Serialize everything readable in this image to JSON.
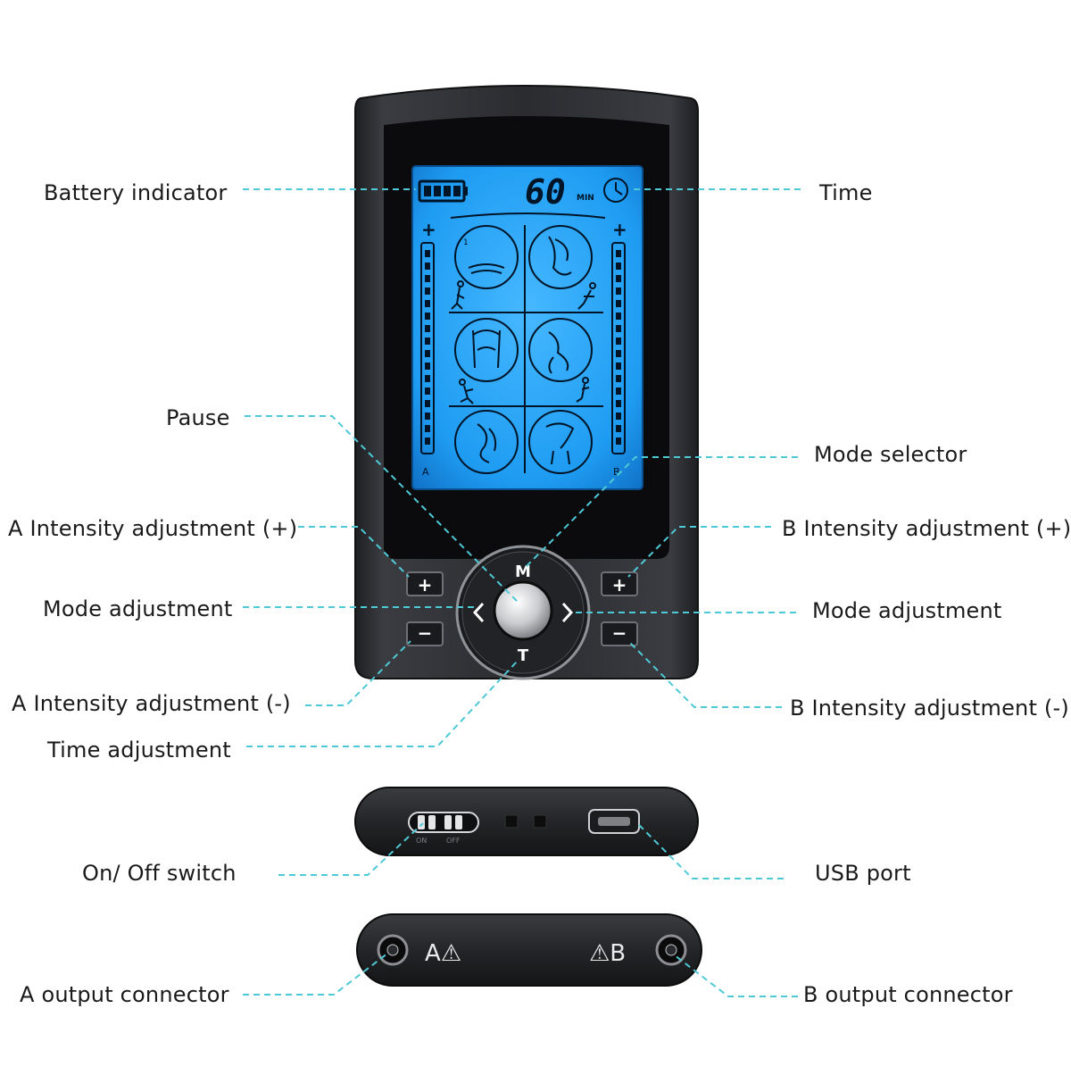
{
  "display": {
    "timer_value": "60",
    "timer_unit": "MIN",
    "channel_a_letter": "A",
    "channel_b_letter": "B",
    "program_number": "1"
  },
  "buttons": {
    "mode": "M",
    "time": "T",
    "plus": "+",
    "minus": "−"
  },
  "switch_text": {
    "on": "ON",
    "off": "OFF"
  },
  "ports": {
    "a_text": "A⚠",
    "b_text": "⚠B"
  },
  "labels": {
    "battery": "Battery indicator",
    "time": "Time",
    "pause": "Pause",
    "mode_selector": "Mode selector",
    "a_plus": "A Intensity adjustment (+)",
    "b_plus": "B Intensity adjustment (+)",
    "mode_adj_left": "Mode adjustment",
    "mode_adj_right": "Mode adjustment",
    "a_minus": "A Intensity adjustment (-)",
    "b_minus": "B Intensity adjustment (-)",
    "time_adj": "Time adjustment",
    "onoff": "On/ Off switch",
    "usb": "USB port",
    "a_out": "A output connector",
    "b_out": "B output connector"
  },
  "colors": {
    "lcd_blue": "#1ea6ff",
    "leader_line": "#4ec9d6",
    "device_body": "#2b2d31"
  },
  "icons": [
    "battery-icon",
    "clock-icon",
    "massage-program-icons",
    "chevron-left-icon",
    "chevron-right-icon",
    "warning-icon"
  ]
}
